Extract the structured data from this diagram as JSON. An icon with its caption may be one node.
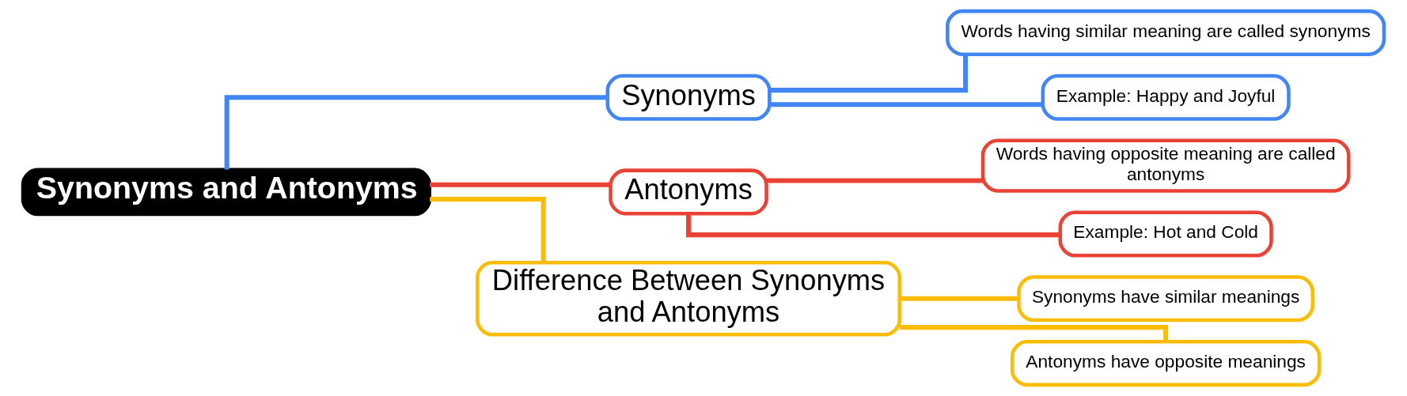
{
  "diagram": {
    "nodes": [
      {
        "text": [
          "Synonyms and Antonyms"
        ]
      },
      {
        "text": [
          "Synonyms"
        ]
      },
      {
        "text": [
          "Words having similar meaning are called synonyms"
        ]
      },
      {
        "text": [
          "Example: Happy and Joyful"
        ]
      },
      {
        "text": [
          "Antonyms"
        ]
      },
      {
        "text": [
          "Words having opposite meaning are called antonyms"
        ]
      },
      {
        "text": [
          "Example: Hot and Cold"
        ]
      },
      {
        "text": [
          "Difference Between Synonyms and Antonyms"
        ]
      },
      {
        "text": [
          "Synonyms have similar meanings"
        ]
      },
      {
        "text": [
          "Antonyms have opposite meanings"
        ]
      }
    ],
    "edges": [
      {
        "from": 0,
        "to": 1,
        "arrow": "none",
        "color": "#4285f4"
      },
      {
        "from": 0,
        "to": 4,
        "arrow": "none",
        "color": "#ea4335"
      },
      {
        "from": 0,
        "to": 7,
        "arrow": "none",
        "color": "#fbbc04"
      },
      {
        "from": 1,
        "to": 2,
        "arrow": "none",
        "color": "#4285f4"
      },
      {
        "from": 1,
        "to": 3,
        "arrow": "none",
        "color": "#4285f4"
      },
      {
        "from": 4,
        "to": 5,
        "arrow": "none",
        "color": "#ea4335"
      },
      {
        "from": 4,
        "to": 6,
        "arrow": "none",
        "color": "#ea4335"
      },
      {
        "from": 7,
        "to": 8,
        "arrow": "none",
        "color": "#fbbc04"
      },
      {
        "from": 7,
        "to": 9,
        "arrow": "none",
        "color": "#fbbc04"
      }
    ]
  }
}
